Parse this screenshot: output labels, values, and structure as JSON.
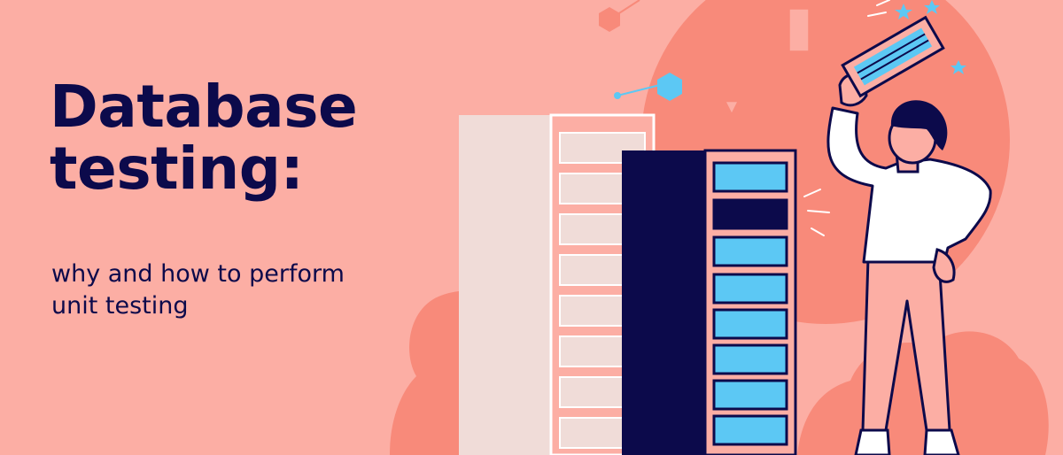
{
  "headline": {
    "line1": "Database",
    "line2": "testing:"
  },
  "subheading": {
    "line1": "why and how to perform",
    "line2": "unit testing"
  },
  "colors": {
    "background": "#fcaea4",
    "blob": "#f88a7a",
    "navy": "#0c0a4b",
    "cyan": "#5cc8f4",
    "server_light": "#f0dcd8",
    "white": "#ffffff"
  },
  "illustration": {
    "subject": "person holding a server drawer beside two server racks",
    "icons": [
      "hexagon-node-icon",
      "arrow-down-icon",
      "star-icon"
    ]
  }
}
